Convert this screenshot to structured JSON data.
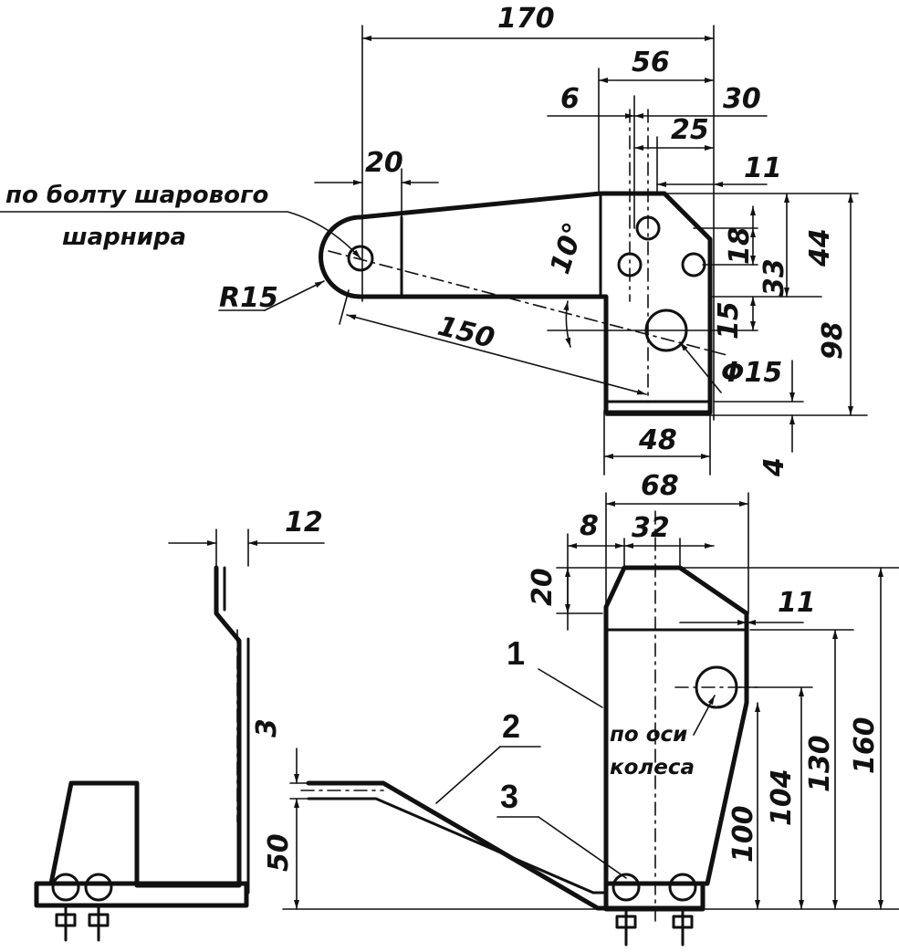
{
  "top_view": {
    "dims": {
      "d170": "170",
      "d56": "56",
      "d6": "6",
      "d30": "30",
      "d25": "25",
      "d20": "20",
      "d11": "11",
      "d18": "18",
      "d33": "33",
      "d44": "44",
      "d98": "98",
      "d150": "150",
      "d15": "15",
      "d10deg": "10°",
      "dphi15": "Φ15",
      "d48": "48",
      "d4": "4",
      "r15": "R15"
    },
    "note_line1": "по болту шарового",
    "note_line2": "шарнира"
  },
  "bottom_view": {
    "dims": {
      "d12": "12",
      "d68": "68",
      "d8": "8",
      "d32": "32",
      "d20": "20",
      "d11": "11",
      "d3": "3",
      "d50": "50",
      "d100": "100",
      "d104": "104",
      "d130": "130",
      "d160": "160"
    },
    "axis_note_line1": "по оси",
    "axis_note_line2": "колеса",
    "part_labels": [
      "1",
      "2",
      "3"
    ]
  }
}
